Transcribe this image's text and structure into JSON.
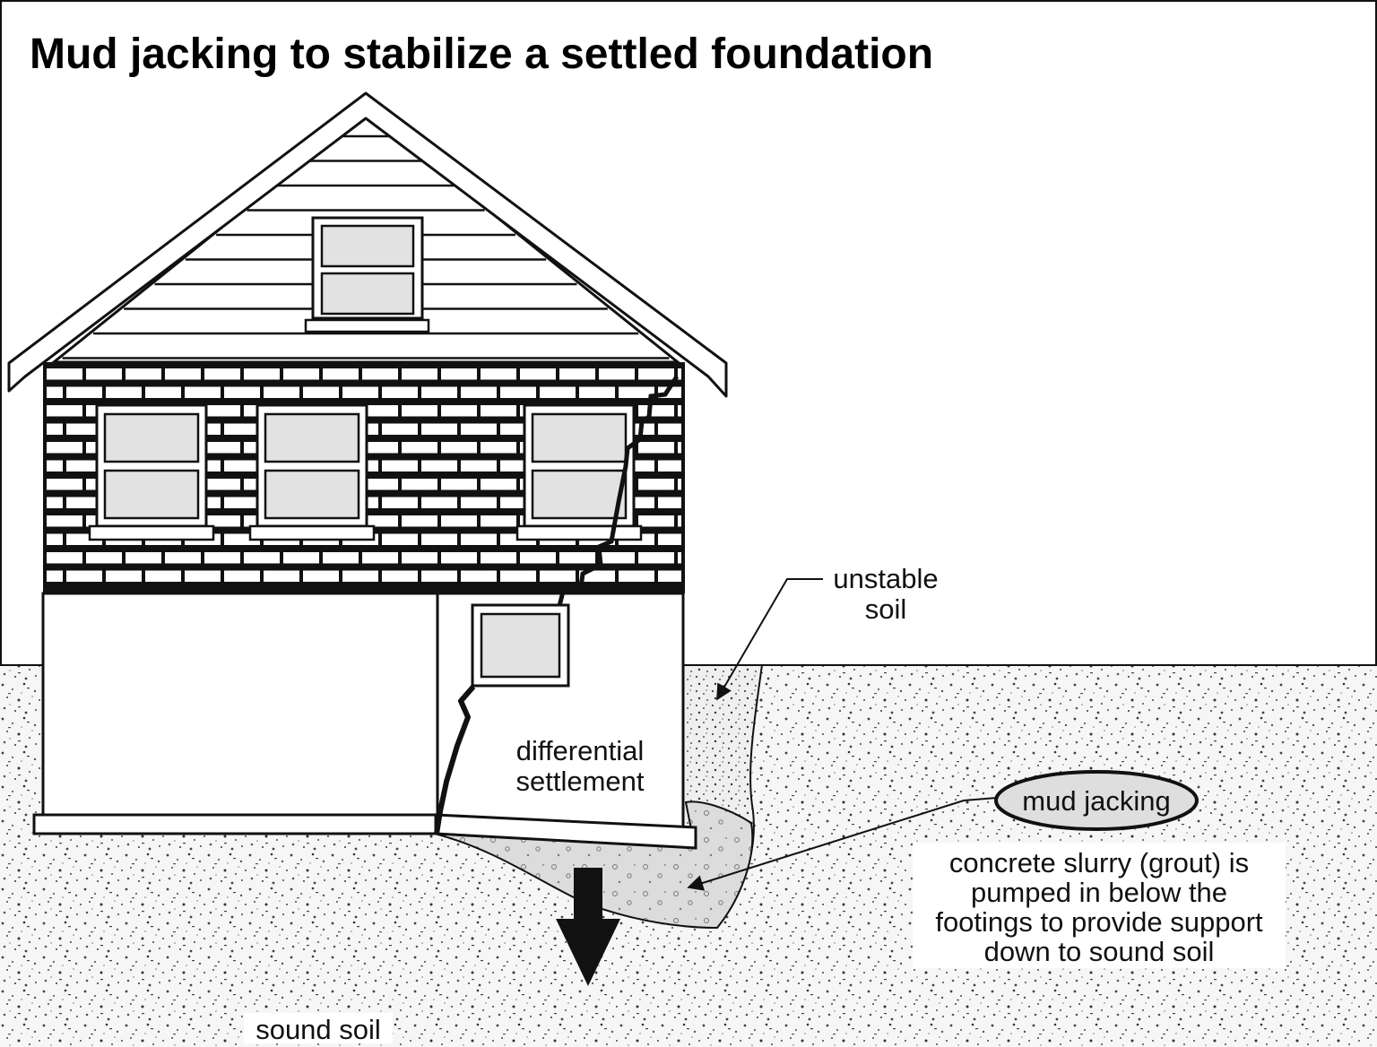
{
  "title": "Mud jacking to stabilize a settled foundation",
  "labels": {
    "unstable_soil_line1": "unstable",
    "unstable_soil_line2": "soil",
    "differential_line1": "differential",
    "differential_line2": "settlement",
    "mud_jacking": "mud jacking",
    "grout_line1": "concrete  slurry (grout) is",
    "grout_line2": "pumped in below the",
    "grout_line3": "footings to provide support",
    "grout_line4": "down to sound soil",
    "sound_soil": "sound soil"
  },
  "colors": {
    "outline": "#111111",
    "window_pane": "#e2e2e2",
    "grout_fill": "#d9d9d9",
    "soil_speckle": "#555555"
  }
}
